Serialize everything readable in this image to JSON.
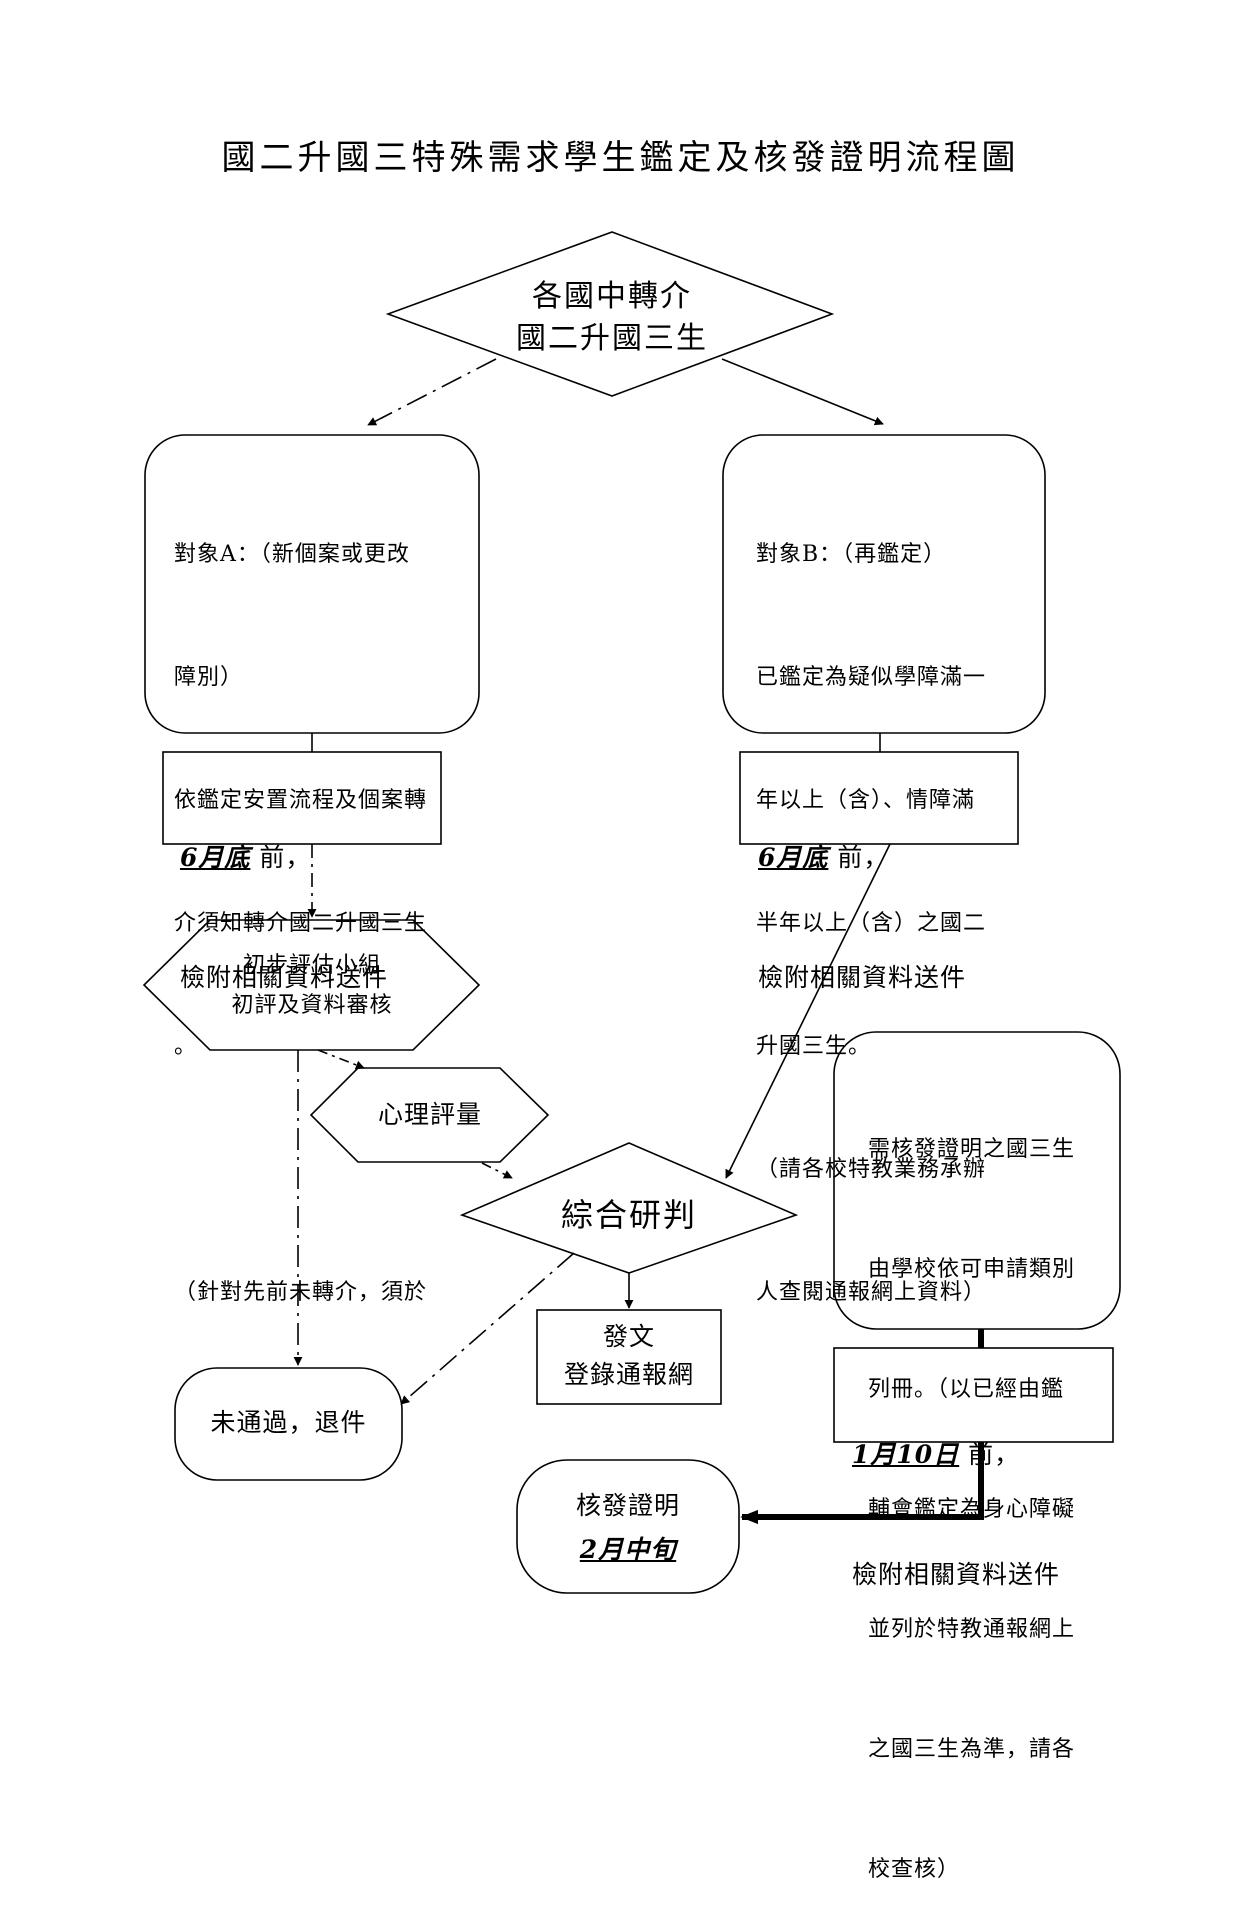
{
  "title": "國二升國三特殊需求學生鑑定及核發證明流程圖",
  "nodes": {
    "start": {
      "line1": "各國中轉介",
      "line2": "國二升國三生"
    },
    "target_a": {
      "lines": [
        "對象A：（新個案或更改",
        "障別）",
        "依鑑定安置流程及個案轉",
        "介須知轉介國二升國三生",
        "。",
        "",
        "（針對先前未轉介，須於"
      ]
    },
    "target_b": {
      "lines": [
        "對象B：（再鑑定）",
        "已鑑定為疑似學障滿一",
        "年以上（含）、情障滿",
        "半年以上（含）之國二",
        "升國三生。",
        "（請各校特教業務承辦",
        "人查閱通報網上資料）"
      ]
    },
    "deadline_a": {
      "date": "6月底",
      "suffix": "前，",
      "line2": "檢附相關資料送件"
    },
    "deadline_b": {
      "date": "6月底",
      "suffix": "前，",
      "line2": "檢附相關資料送件"
    },
    "initial_eval": {
      "line1": "初步評估小組",
      "line2": "初評及資料審核"
    },
    "psych_eval": {
      "label": "心理評量"
    },
    "synthesis": {
      "label": "綜合研判"
    },
    "issue_doc": {
      "line1": "發文",
      "line2": "登錄通報網"
    },
    "rejected": {
      "label": "未通過，退件"
    },
    "cert_request": {
      "lines": [
        "需核發證明之國三生",
        "由學校依可申請類別",
        "列冊。（以已經由鑑",
        "輔會鑑定為身心障礙",
        "並列於特教通報網上",
        "之國三生為準，請各",
        "校查核）"
      ]
    },
    "deadline_c": {
      "date": "1月10日",
      "suffix": "前，",
      "line2": "檢附相關資料送件"
    },
    "certificate": {
      "line1": "核發證明",
      "line2": "2月中旬"
    }
  }
}
